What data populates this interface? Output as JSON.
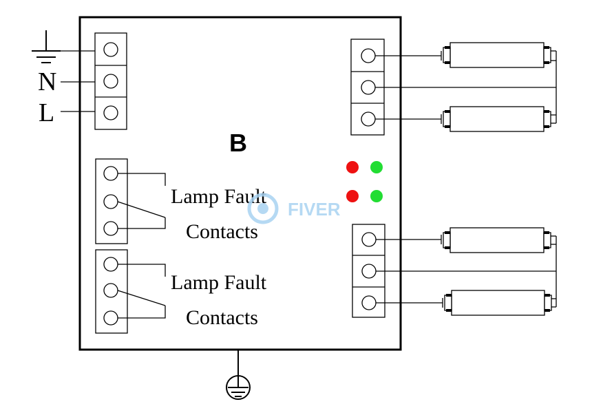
{
  "module_letter": "B",
  "supply_labels": {
    "neutral": "N",
    "line": "L"
  },
  "fault_blocks": [
    {
      "line1": "Lamp Fault",
      "line2": "Contacts"
    },
    {
      "line1": "Lamp Fault",
      "line2": "Contacts"
    }
  ],
  "watermark": "FIVER",
  "icons": {
    "ground": "earth-ground-icon",
    "protective_earth": "protective-earth-icon",
    "watermark": "fiverr-logo-icon"
  },
  "colors": {
    "indicator_red": "#ee1111",
    "indicator_green": "#22dd33",
    "watermark": "#a9d3f1"
  }
}
